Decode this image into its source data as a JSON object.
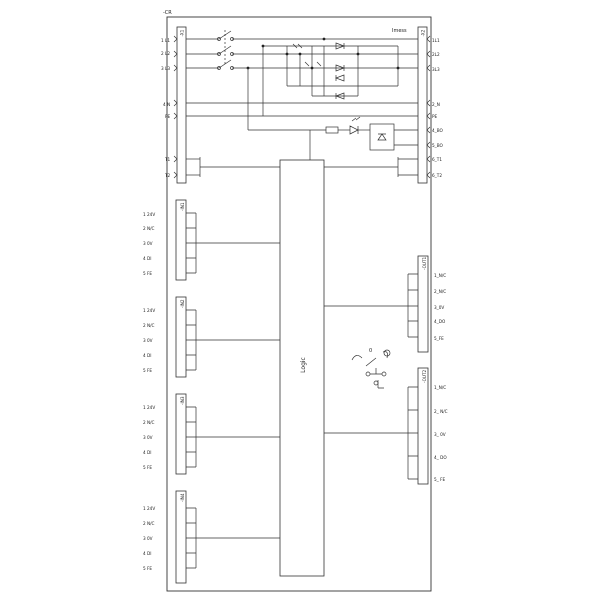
{
  "device_label": "-CR",
  "terminal_block_x1": "-X1",
  "terminal_block_x2": "-X2",
  "imess_label": "Imess",
  "logic_label": "Logic",
  "switch_position_label": "0",
  "left_terminals": [
    {
      "label": "1 L1"
    },
    {
      "label": "2 L2"
    },
    {
      "label": "3 L3"
    },
    {
      "label": "4 N"
    },
    {
      "label": "PE"
    },
    {
      "label": "T1"
    },
    {
      "label": "T2"
    }
  ],
  "right_terminals": [
    {
      "label": "1L1"
    },
    {
      "label": "2L2"
    },
    {
      "label": "3L3"
    },
    {
      "label": "2_N"
    },
    {
      "label": "PE"
    },
    {
      "label": "4_BO"
    },
    {
      "label": "5_BO"
    },
    {
      "label": "6_T1"
    },
    {
      "label": "6_T2"
    }
  ],
  "input_modules": [
    {
      "name": "-IN1",
      "pins": [
        {
          "label": "1 24V"
        },
        {
          "label": "2 N/C"
        },
        {
          "label": "3 0V"
        },
        {
          "label": "4 DI"
        },
        {
          "label": "5 FE"
        }
      ]
    },
    {
      "name": "-IN2",
      "pins": [
        {
          "label": "1 24V"
        },
        {
          "label": "2 N/C"
        },
        {
          "label": "3 0V"
        },
        {
          "label": "4 DI"
        },
        {
          "label": "5 FE"
        }
      ]
    },
    {
      "name": "-IN3",
      "pins": [
        {
          "label": "1 24V"
        },
        {
          "label": "2 N/C"
        },
        {
          "label": "3 0V"
        },
        {
          "label": "4 DI"
        },
        {
          "label": "5 FE"
        }
      ]
    },
    {
      "name": "-IN4",
      "pins": [
        {
          "label": "1 24V"
        },
        {
          "label": "2 N/C"
        },
        {
          "label": "3 0V"
        },
        {
          "label": "4 DI"
        },
        {
          "label": "5 FE"
        }
      ]
    }
  ],
  "output_modules": [
    {
      "name": "-OUT1",
      "pins": [
        {
          "label": "1_N/C"
        },
        {
          "label": "2_N/C"
        },
        {
          "label": "3_0V"
        },
        {
          "label": "4_DO"
        },
        {
          "label": "5_FE"
        }
      ]
    },
    {
      "name": "-OUT2",
      "pins": [
        {
          "label": "1_N/C"
        },
        {
          "label": "2_ N/C"
        },
        {
          "label": "3_ 0V"
        },
        {
          "label": "4_ DO"
        },
        {
          "label": "5_ FE"
        }
      ]
    }
  ]
}
